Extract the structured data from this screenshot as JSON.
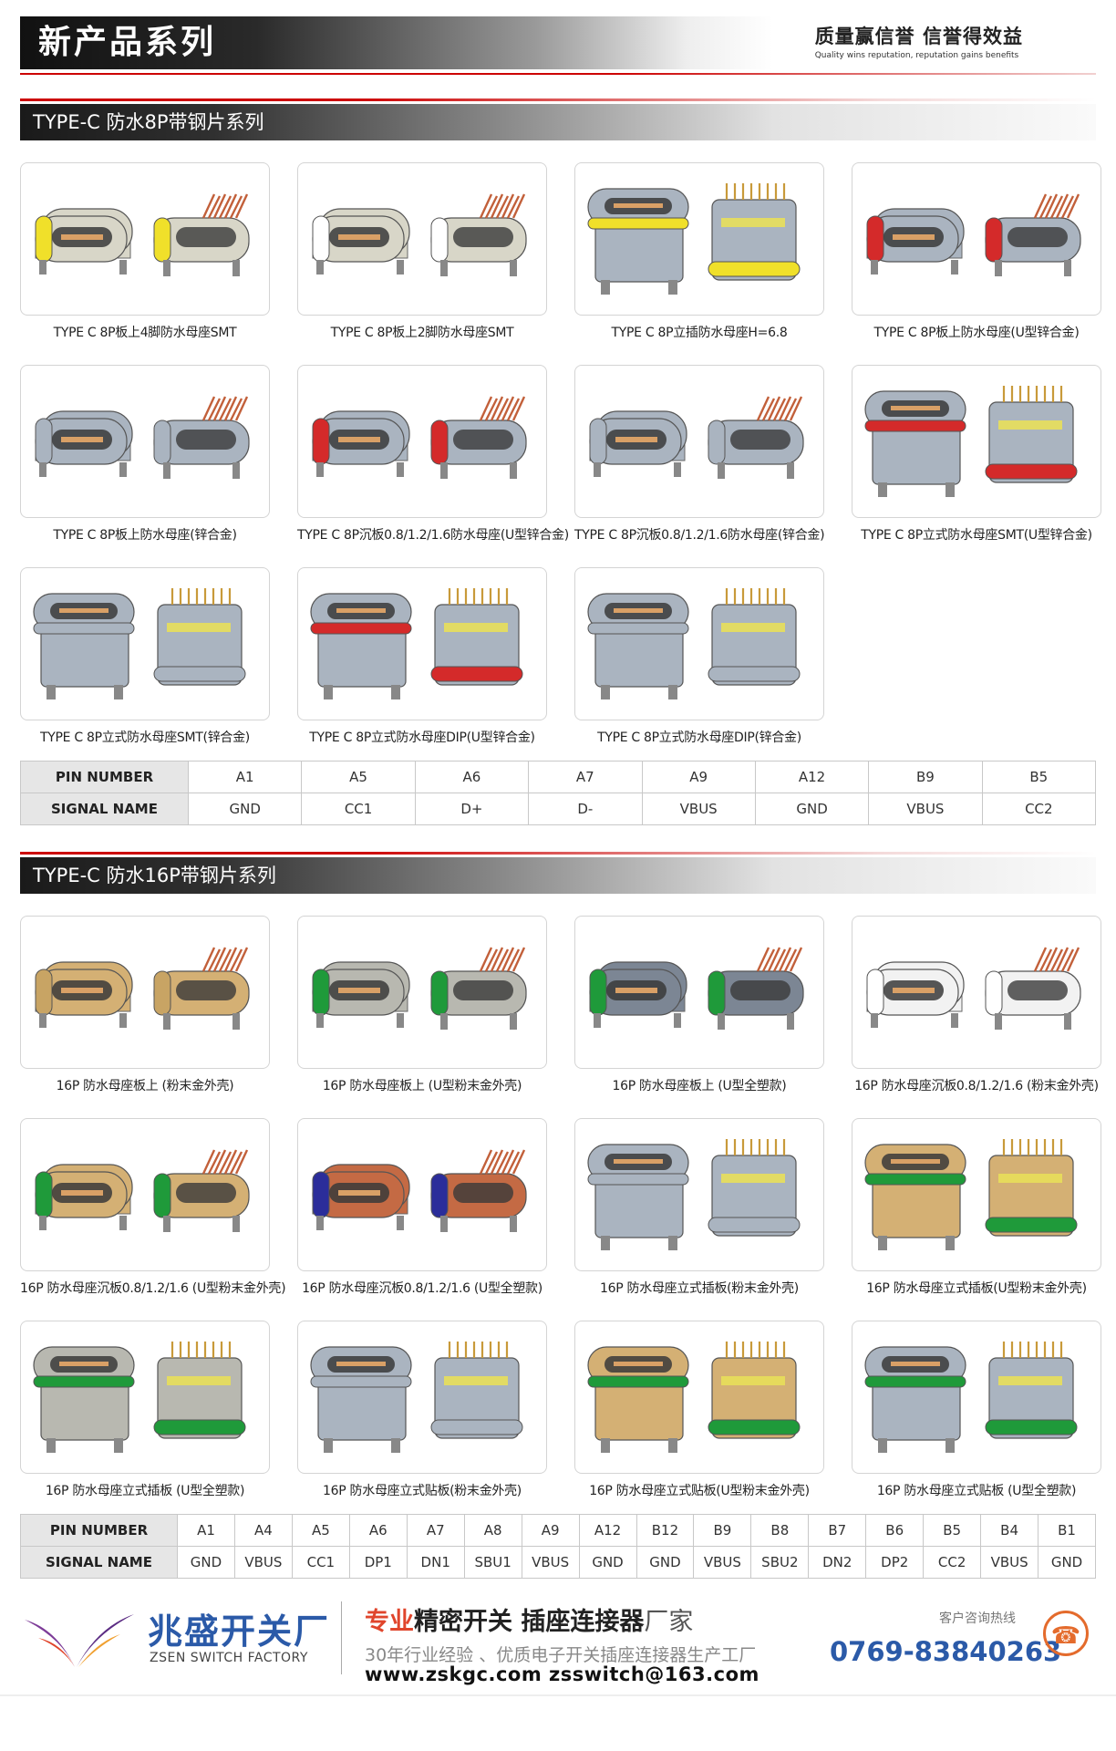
{
  "header": {
    "title": "新产品系列",
    "slogan_cn": "质量赢信誉 信誉得效益",
    "slogan_en": "Quality wins reputation, reputation gains benefits"
  },
  "section8p": {
    "title": "TYPE-C 防水8P带钢片系列",
    "products": [
      {
        "label": "TYPE C 8P板上4脚防水母座SMT",
        "seal": "#f0e02a",
        "body": "#d8d6c8",
        "style": "flat"
      },
      {
        "label": "TYPE C 8P板上2脚防水母座SMT",
        "seal": "#ffffff",
        "body": "#d8d6c8",
        "style": "flat"
      },
      {
        "label": "TYPE C 8P立插防水母座H=6.8",
        "seal": "#f0e02a",
        "body": "#aab4c0",
        "style": "vertical"
      },
      {
        "label": "TYPE C 8P板上防水母座(U型锌合金)",
        "seal": "#d42a2a",
        "body": "#aab4c0",
        "style": "flat"
      },
      {
        "label": "TYPE C 8P板上防水母座(锌合金)",
        "seal": "#aab4c0",
        "body": "#aab4c0",
        "style": "flat"
      },
      {
        "label": "TYPE C 8P沉板0.8/1.2/1.6防水母座(U型锌合金)",
        "seal": "#d42a2a",
        "body": "#aab4c0",
        "style": "flat"
      },
      {
        "label": "TYPE C 8P沉板0.8/1.2/1.6防水母座(锌合金)",
        "seal": "#aab4c0",
        "body": "#aab4c0",
        "style": "flat"
      },
      {
        "label": "TYPE C 8P立式防水母座SMT(U型锌合金)",
        "seal": "#d42a2a",
        "body": "#aab4c0",
        "style": "vertical"
      },
      {
        "label": "TYPE C 8P立式防水母座SMT(锌合金)",
        "seal": "#aab4c0",
        "body": "#aab4c0",
        "style": "vertical"
      },
      {
        "label": "TYPE C 8P立式防水母座DIP(U型锌合金)",
        "seal": "#d42a2a",
        "body": "#aab4c0",
        "style": "vertical"
      },
      {
        "label": "TYPE C 8P立式防水母座DIP(锌合金)",
        "seal": "#aab4c0",
        "body": "#aab4c0",
        "style": "vertical"
      }
    ],
    "pin_table": {
      "row1_header": "PIN NUMBER",
      "row2_header": "SIGNAL NAME",
      "pins": [
        "A1",
        "A5",
        "A6",
        "A7",
        "A9",
        "A12",
        "B9",
        "B5"
      ],
      "signals": [
        "GND",
        "CC1",
        "D+",
        "D-",
        "VBUS",
        "GND",
        "VBUS",
        "CC2"
      ]
    }
  },
  "section16p": {
    "title": "TYPE-C 防水16P带钢片系列",
    "products": [
      {
        "label": "16P 防水母座板上 (粉末金外壳)",
        "seal": "#c8a464",
        "body": "#d4b074",
        "style": "flat"
      },
      {
        "label": "16P 防水母座板上 (U型粉末金外壳)",
        "seal": "#1f9a3a",
        "body": "#b8b8b0",
        "style": "flat"
      },
      {
        "label": "16P 防水母座板上 (U型全塑款)",
        "seal": "#1f9a3a",
        "body": "#7c8694",
        "style": "flat"
      },
      {
        "label": "16P 防水母座沉板0.8/1.2/1.6 (粉末金外壳)",
        "seal": "#ffffff",
        "body": "#f2f2f2",
        "style": "flat"
      },
      {
        "label": "16P 防水母座沉板0.8/1.2/1.6 (U型粉末金外壳)",
        "seal": "#1f9a3a",
        "body": "#d4b074",
        "style": "flat"
      },
      {
        "label": "16P 防水母座沉板0.8/1.2/1.6 (U型全塑款)",
        "seal": "#2b2d9a",
        "body": "#c46a44",
        "style": "flat"
      },
      {
        "label": "16P 防水母座立式插板(粉末金外壳)",
        "seal": "#aab4c0",
        "body": "#aab4c0",
        "style": "vertical"
      },
      {
        "label": "16P 防水母座立式插板(U型粉末金外壳)",
        "seal": "#1f9a3a",
        "body": "#d4b074",
        "style": "vertical"
      },
      {
        "label": "16P 防水母座立式插板 (U型全塑款)",
        "seal": "#1f9a3a",
        "body": "#b8b8b0",
        "style": "vertical"
      },
      {
        "label": "16P 防水母座立式贴板(粉末金外壳)",
        "seal": "#aab4c0",
        "body": "#aab4c0",
        "style": "vertical"
      },
      {
        "label": "16P 防水母座立式贴板(U型粉末金外壳)",
        "seal": "#1f9a3a",
        "body": "#d4b074",
        "style": "vertical"
      },
      {
        "label": "16P 防水母座立式贴板 (U型全塑款)",
        "seal": "#1f9a3a",
        "body": "#aab4c0",
        "style": "vertical"
      }
    ],
    "pin_table": {
      "row1_header": "PIN NUMBER",
      "row2_header": "SIGNAL NAME",
      "pins": [
        "A1",
        "A4",
        "A5",
        "A6",
        "A7",
        "A8",
        "A9",
        "A12",
        "B12",
        "B9",
        "B8",
        "B7",
        "B6",
        "B5",
        "B4",
        "B1"
      ],
      "signals": [
        "GND",
        "VBUS",
        "CC1",
        "DP1",
        "DN1",
        "SBU1",
        "VBUS",
        "GND",
        "GND",
        "VBUS",
        "SBU2",
        "DN2",
        "DP2",
        "CC2",
        "VBUS",
        "GND"
      ]
    }
  },
  "footer": {
    "company_cn": "兆盛开关厂",
    "company_en": "ZSEN SWITCH FACTORY",
    "tag_red": "专业",
    "tag_bold": "精密开关 插座连接器",
    "tag_thin": "厂家",
    "subtag": "30年行业经验 、优质电子开关插座连接器生产工厂",
    "contact": "www.zskgc.com  zsswitch@163.com",
    "hotline_label": "客户咨询热线",
    "phone": "0769-83840263",
    "colors": {
      "brand_blue": "#2b5aa8",
      "accent_red": "#e0452c"
    }
  }
}
